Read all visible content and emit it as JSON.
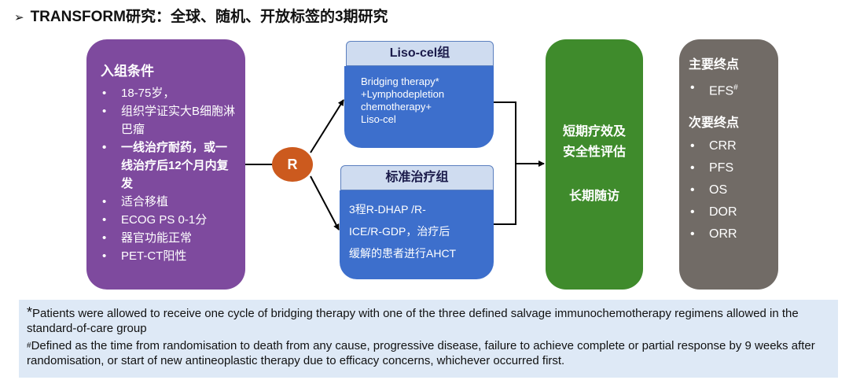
{
  "title": {
    "arrow": "➢",
    "text": "TRANSFORM研究：全球、随机、开放标签的3期研究"
  },
  "inclusion": {
    "header": "入组条件",
    "items": [
      {
        "text": "18-75岁，",
        "bold": false
      },
      {
        "text": "组织学证实大B细胞淋巴瘤",
        "bold": false
      },
      {
        "text": "一线治疗耐药，或一线治疗后12个月内复发",
        "bold": true
      },
      {
        "text": "适合移植",
        "bold": false
      },
      {
        "text": "ECOG PS 0-1分",
        "bold": false
      },
      {
        "text": "器官功能正常",
        "bold": false
      },
      {
        "text": "PET-CT阳性",
        "bold": false
      }
    ]
  },
  "randomization": {
    "label": "R"
  },
  "arms": {
    "liso": {
      "title": "Liso-cel组",
      "lines": [
        "Bridging therapy*",
        "+Lymphodepletion",
        "chemotherapy+",
        "Liso-cel"
      ]
    },
    "standard": {
      "title": "标准治疗组",
      "lines": [
        "3程R-DHAP /R-",
        "ICE/R-GDP，治疗后",
        "缓解的患者进行AHCT"
      ]
    }
  },
  "evaluation": {
    "line1": "短期疗效及",
    "line2": "安全性评估",
    "line3": "长期随访"
  },
  "endpoints": {
    "primary_header": "主要终点",
    "primary": [
      {
        "text": "EFS",
        "sup": "#"
      }
    ],
    "secondary_header": "次要终点",
    "secondary": [
      "CRR",
      "PFS",
      "OS",
      "DOR",
      "ORR"
    ]
  },
  "footnotes": {
    "star_symbol": "*",
    "star_text": "Patients were allowed to receive one cycle of bridging therapy with one of the three defined salvage immunochemotherapy regimens allowed in the standard-of-care group",
    "hash_symbol": "#",
    "hash_text": "Defined as the time from randomisation to death from any cause, progressive disease, failure to achieve complete or partial response by 9 weeks after randomisation, or start of new antineoplastic therapy due to efficacy concerns, whichever occurred first."
  },
  "colors": {
    "inclusion_box": "#7e4a9e",
    "randomization_circle": "#cc5a1e",
    "arm_box": "#3d6fcc",
    "arm_tab": "#cfdcf0",
    "evaluation_box": "#3f8b2c",
    "endpoints_box": "#716b66",
    "footnote_bg": "#dee9f6"
  }
}
